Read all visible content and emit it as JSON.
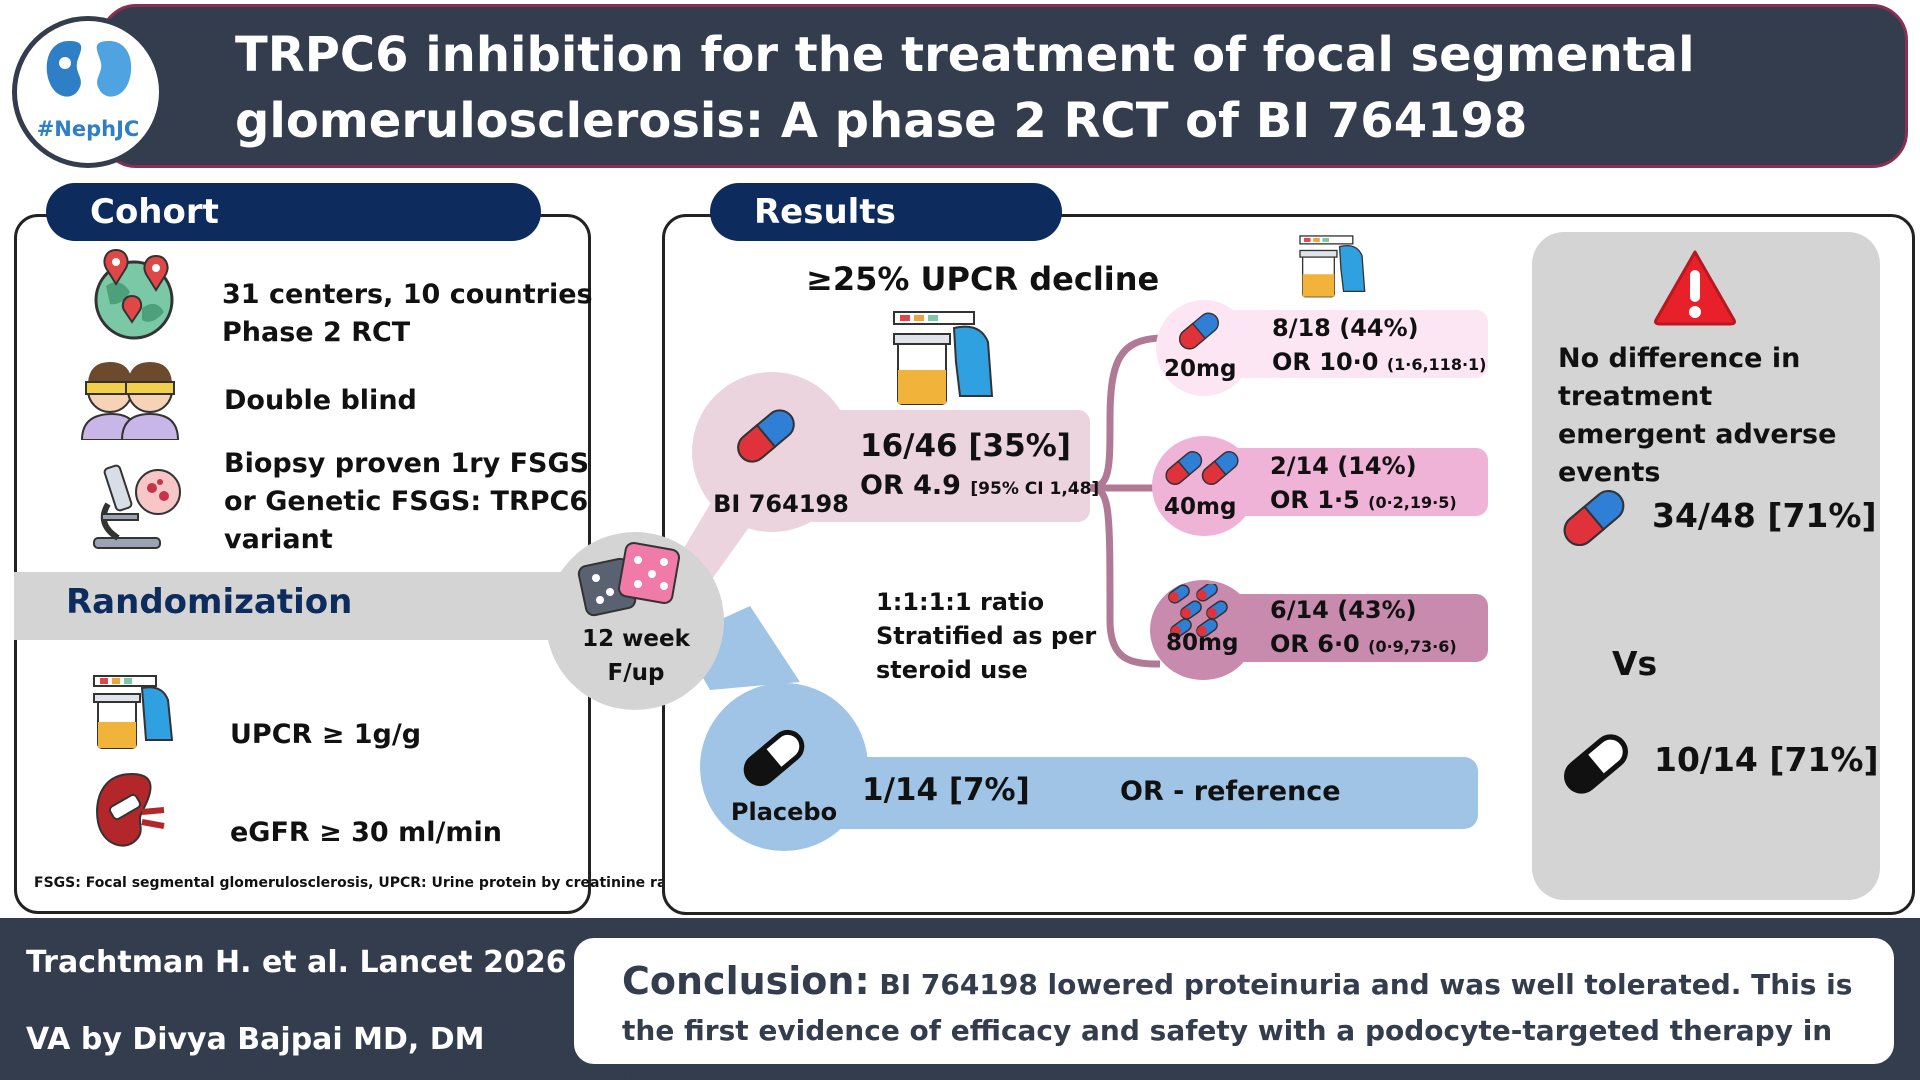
{
  "header": {
    "title": "TRPC6 inhibition for the treatment of focal segmental glomerulosclerosis: A phase 2 RCT of BI 764198",
    "logo_text": "#NephJC"
  },
  "cohort": {
    "header": "Cohort",
    "items": [
      {
        "icon": "map-pin-globe-icon",
        "lines": [
          "31 centers, 10 countries",
          "Phase 2 RCT"
        ]
      },
      {
        "icon": "blindfolded-people-icon",
        "lines": [
          "Double blind"
        ]
      },
      {
        "icon": "microscope-icon",
        "lines": [
          "Biopsy proven 1ry FSGS",
          "or Genetic FSGS: TRPC6",
          "variant"
        ]
      }
    ],
    "randomization": "Randomization",
    "criteria": [
      {
        "icon": "urine-test-icon",
        "text": "UPCR ≥ 1g/g"
      },
      {
        "icon": "kidney-icon",
        "text": "eGFR ≥ 30 ml/min"
      }
    ],
    "footnote": "FSGS: Focal segmental glomerulosclerosis, UPCR: Urine protein by creatinine ratio"
  },
  "results": {
    "header": "Results",
    "decline_title": "≥25% UPCR decline",
    "followup": {
      "line1": "12 week",
      "line2": "F/up"
    },
    "ratio": [
      "1:1:1:1 ratio",
      "Stratified as per",
      "steroid use"
    ],
    "bi": {
      "label": "BI 764198",
      "n": "16/46 [35%]",
      "or": "OR 4.9",
      "ci": "[95% CI 1,48]"
    },
    "placebo": {
      "label": "Placebo",
      "n": "1/14 [7%]",
      "or": "OR - reference"
    },
    "doses": [
      {
        "mg": "20mg",
        "n": "8/18 (44%)",
        "or": "OR 10·0",
        "ci": "(1·6,118·1)"
      },
      {
        "mg": "40mg",
        "n": "2/14 (14%)",
        "or": "OR 1·5",
        "ci": "(0·2,19·5)"
      },
      {
        "mg": "80mg",
        "n": "6/14 (43%)",
        "or": "OR 6·0",
        "ci": "(0·9,73·6)"
      }
    ],
    "adverse": {
      "text": "No difference in treatment emergent adverse events",
      "bi": "34/48 [71%]",
      "vs": "Vs",
      "placebo": "10/14 [71%]"
    }
  },
  "footer": {
    "citation": "Trachtman H. et al. Lancet 2026",
    "author": "VA by Divya Bajpai MD, DM",
    "conclusion_label": "Conclusion:",
    "conclusion": "BI 764198 lowered proteinuria and was well tolerated. This is the first evidence of efficacy and safety with a podocyte-targeted therapy in FSGS."
  },
  "colors": {
    "navy": "#0d2b5c",
    "slate": "#333d4d",
    "pink_light": "#fde6f4",
    "pink_mid": "#f0b3d8",
    "pink_dark": "#c98bad",
    "blue_placebo": "#9fc4e6",
    "gray": "#d4d4d4"
  }
}
